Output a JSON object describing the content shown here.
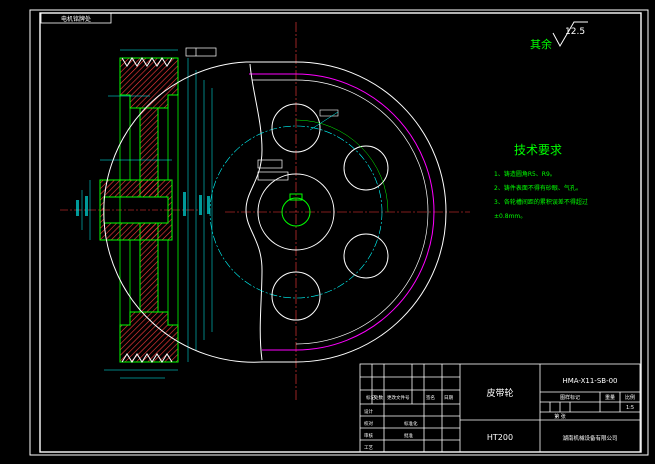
{
  "drawing": {
    "stamp_top_left": "电机铭牌处",
    "roughness_value": "12.5",
    "roughness_rest": "其余",
    "tech_title": "技术要求",
    "tech_notes": [
      "1、铸造圆角R5、R9。",
      "2、铸件表面不得有砂眼、气孔。",
      "3、各轮槽间距的累积误差不得超过",
      "±0.8mm。"
    ],
    "colors": {
      "background": "#000000",
      "frame": "#ffffff",
      "outline": "#00ff00",
      "cyan": "#00ffff",
      "red_hatch": "#ff3b3b",
      "magenta": "#ff00ff",
      "dims": "#00ffff",
      "notes": "#00ff00"
    }
  },
  "title_block": {
    "part_name": "皮带轮",
    "drawing_no": "HMA-X11-SB-00",
    "material": "HT200",
    "company": "湖南机械设备有限公司",
    "stage_label": "图样标记",
    "weight_label": "重量",
    "scale_label": "比例",
    "scale_value": "1:5",
    "sheet_label": "第 张",
    "rows": [
      "标记",
      "处数",
      "更改文件号",
      "签名",
      "日期"
    ],
    "roles": [
      "设计",
      "校对",
      "审核",
      "标准化",
      "工艺",
      "批准"
    ]
  }
}
